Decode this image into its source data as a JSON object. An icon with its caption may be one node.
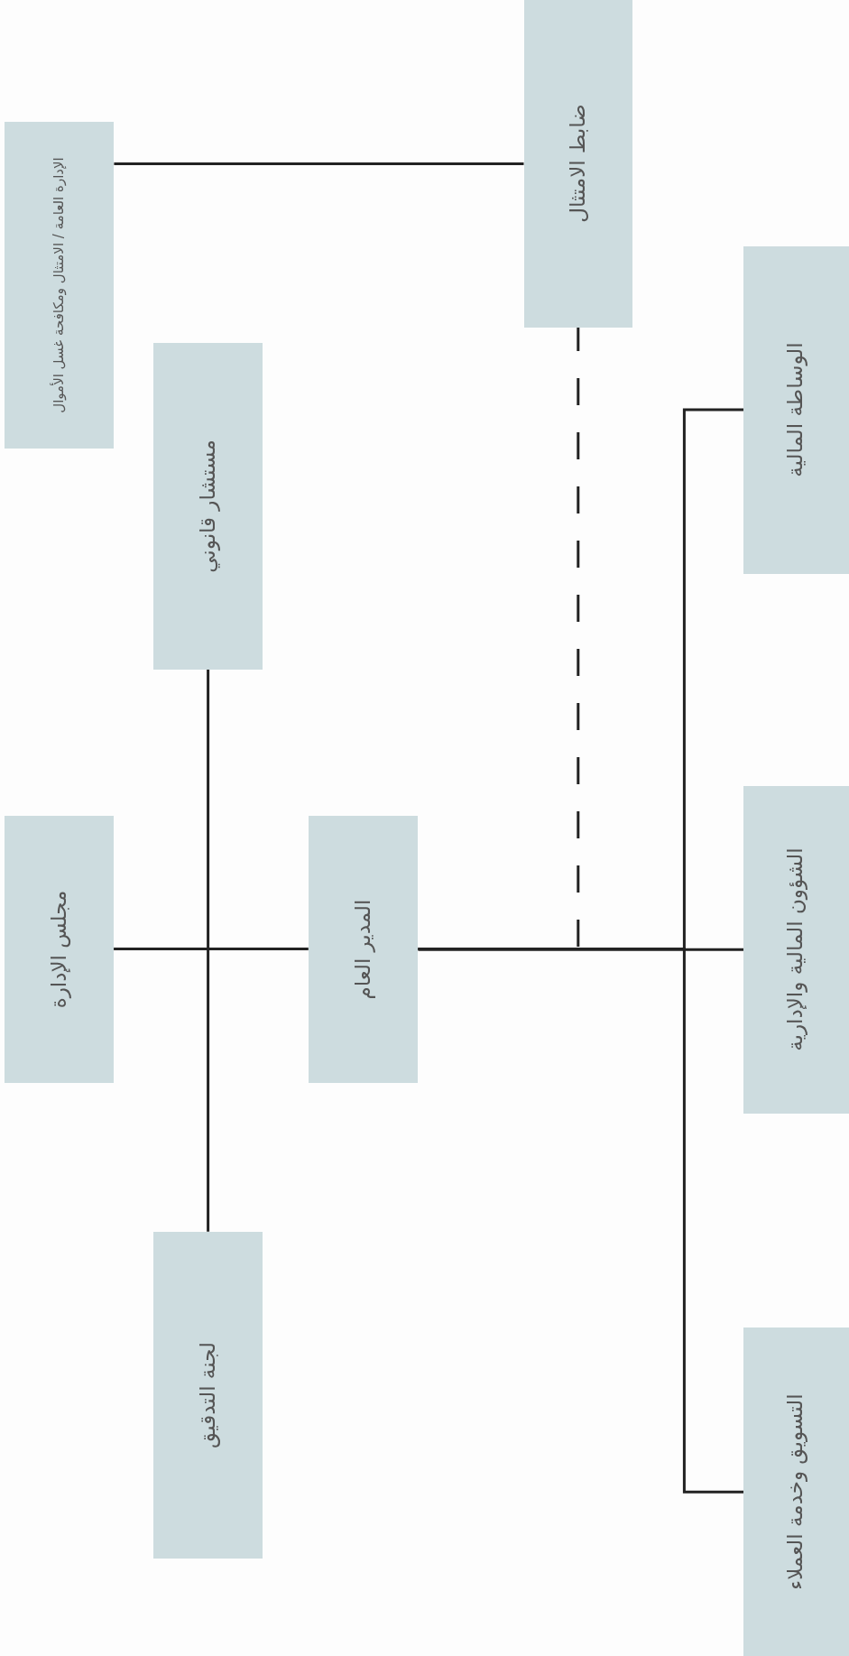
{
  "diagram": {
    "nodes": [
      {
        "text": [
          "الإدارة العامة / الامتثال ومكافحة غسل الأموال"
        ]
      },
      {
        "text": [
          "ضابط الامتثال"
        ]
      },
      {
        "text": [
          "مستشار قانوني"
        ]
      },
      {
        "text": [
          "مجلس الإدارة"
        ]
      },
      {
        "text": [
          "المدير العام"
        ]
      },
      {
        "text": [
          "الوساطة المالية"
        ]
      },
      {
        "text": [
          "الشؤون المالية والإدارية"
        ]
      },
      {
        "text": [
          "لجنة التدقيق"
        ]
      },
      {
        "text": [
          "التسويق وخدمة العملاء"
        ]
      }
    ],
    "edges": [
      {
        "from": 0,
        "to": 1,
        "arrow": "none"
      },
      {
        "from": 3,
        "to": 4,
        "arrow": "none"
      },
      {
        "from": 3,
        "to": 2,
        "arrow": "none"
      },
      {
        "from": 3,
        "to": 7,
        "arrow": "none"
      },
      {
        "from": 4,
        "to": 1,
        "arrow": "none",
        "style": "dashed"
      },
      {
        "from": 4,
        "to": 5,
        "arrow": "none"
      },
      {
        "from": 4,
        "to": 6,
        "arrow": "none"
      },
      {
        "from": 4,
        "to": 8,
        "arrow": "none"
      }
    ]
  }
}
